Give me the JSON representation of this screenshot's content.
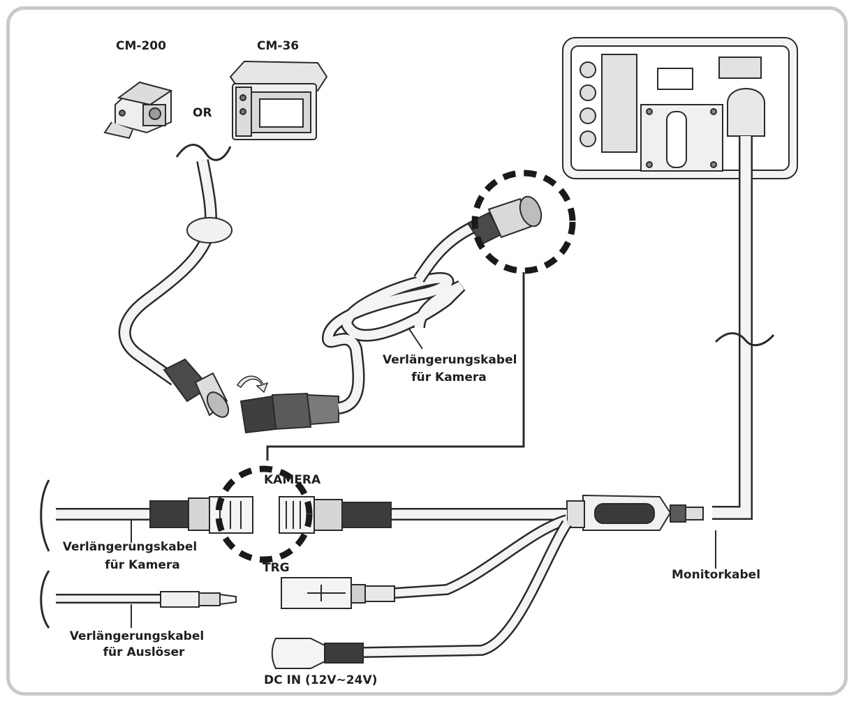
{
  "labels": {
    "cm200": "CM-200",
    "cm36": "CM-36",
    "or": "OR",
    "ext_cam_top_1": "Verlängerungskabel",
    "ext_cam_top_2": "für Kamera",
    "kamera": "KAMERA",
    "trg": "TRG",
    "ext_cam_left_1": "Verlängerungskabel",
    "ext_cam_left_2": "für Kamera",
    "ext_trigger_1": "Verlängerungskabel",
    "ext_trigger_2": "für Auslöser",
    "monitor_cable": "Monitorkabel",
    "dc_in": "DC IN (12V~24V)"
  },
  "colors": {
    "frame": "#c9c9c9",
    "line": "#2a2a2a",
    "fill_light": "#f2f2f2",
    "fill_mid": "#d9d9d9",
    "text": "#1f1f1f"
  }
}
